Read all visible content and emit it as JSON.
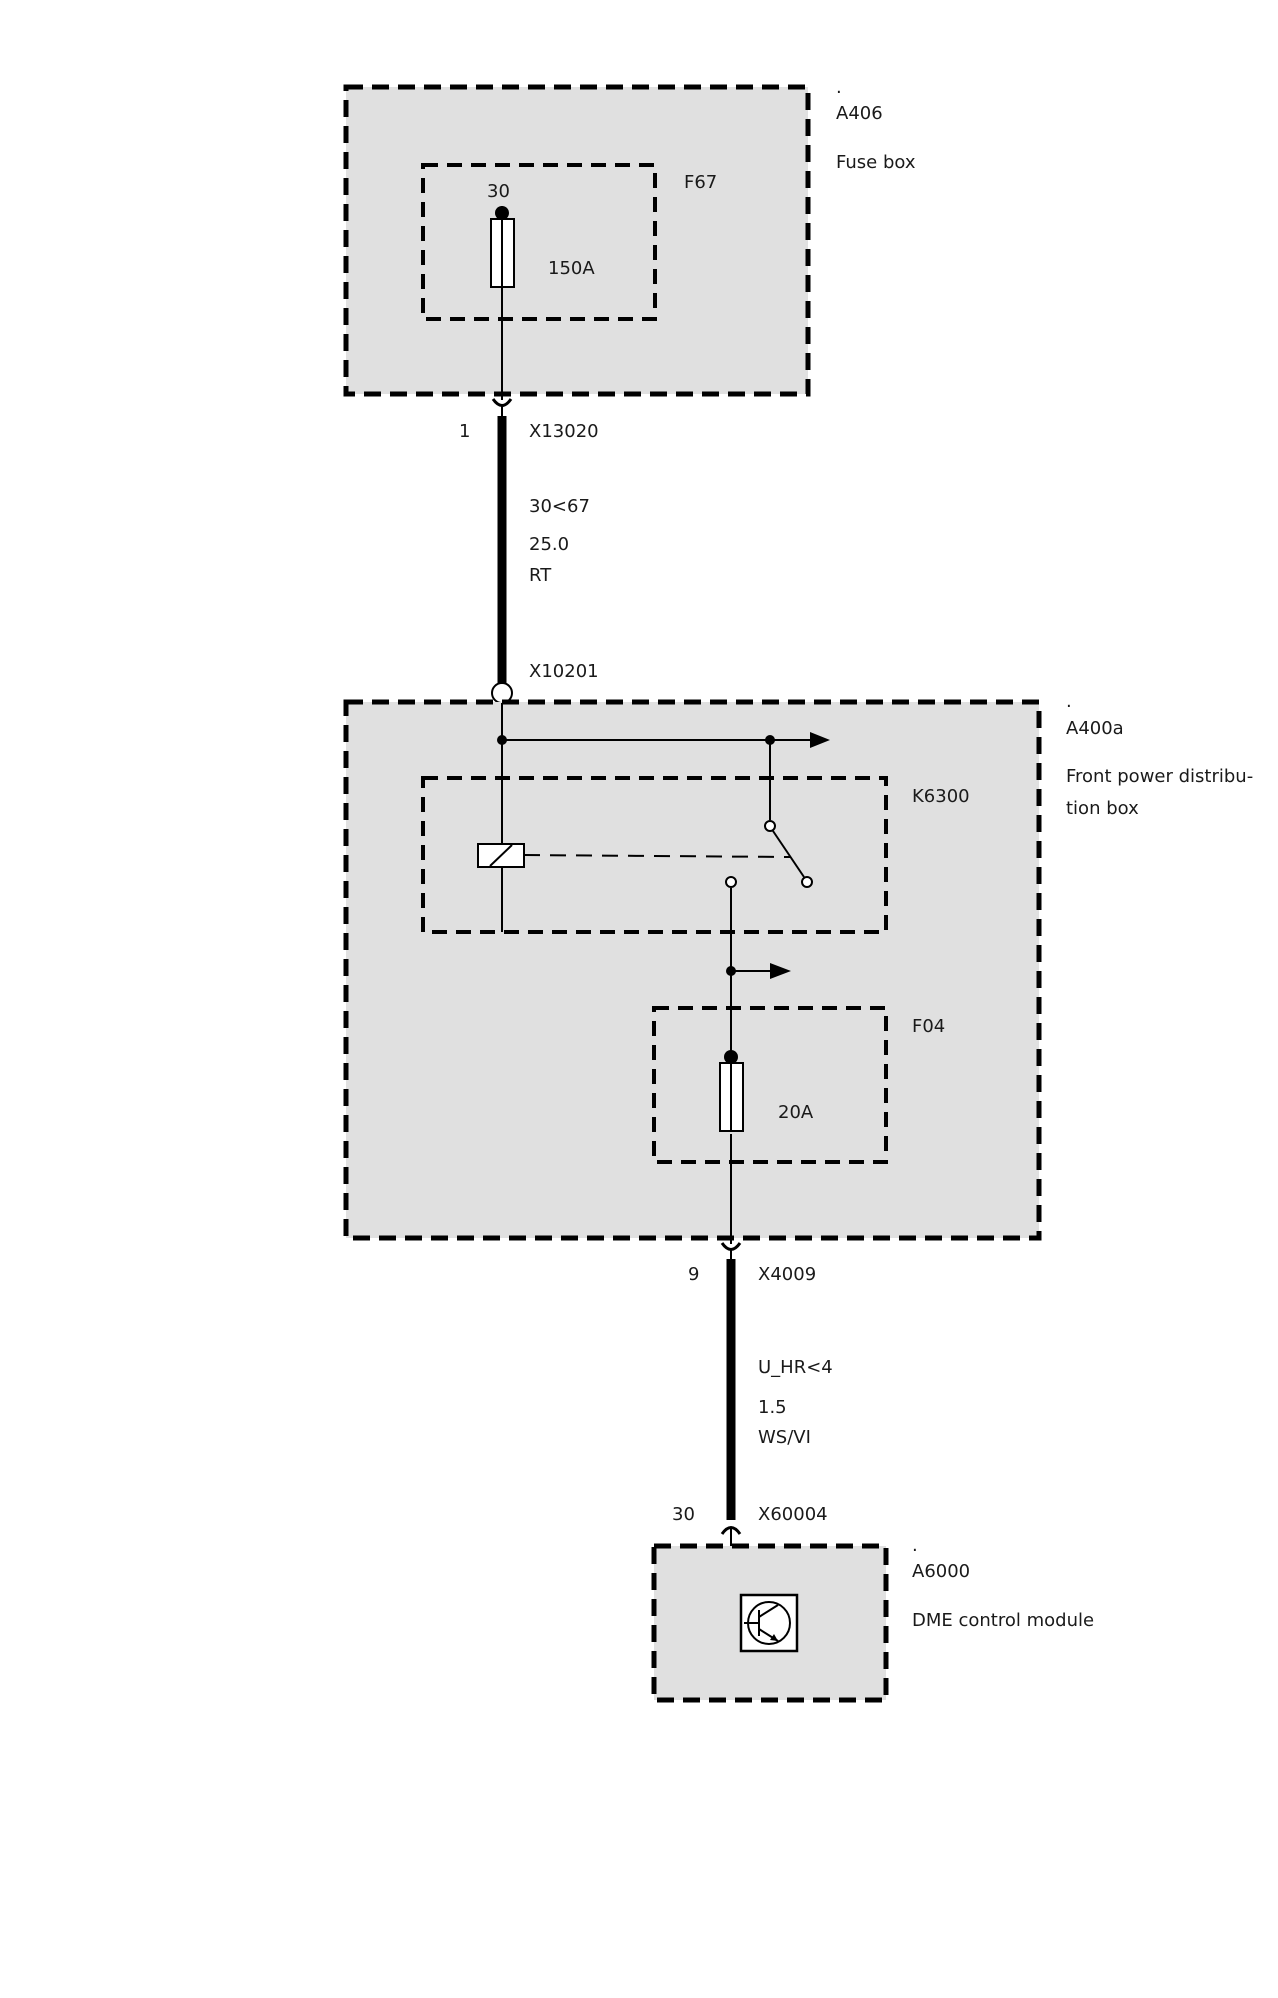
{
  "fuse_box": {
    "dot": ".",
    "id": "A406",
    "name": "Fuse box",
    "fuse_id": "F67",
    "fuse_pin": "30",
    "fuse_rating": "150A"
  },
  "wire_top": {
    "pin": "1",
    "connector": "X13020",
    "signal": "30<67",
    "cross_section": "25.0",
    "color": "RT",
    "connector_bottom": "X10201"
  },
  "power_box": {
    "dot": ".",
    "id": "A400a",
    "name_line1": "Front power distribu-",
    "name_line2": "tion box",
    "relay_id": "K6300",
    "fuse_id": "F04",
    "fuse_rating": "20A"
  },
  "wire_bottom": {
    "pin_top": "9",
    "connector_top": "X4009",
    "signal": "U_HR<4",
    "cross_section": "1.5",
    "color": "WS/VI",
    "pin_bottom": "30",
    "connector_bottom": "X60004"
  },
  "dme": {
    "dot": ".",
    "id": "A6000",
    "name": "DME control module"
  },
  "icons": {
    "fuse": "fuse-icon",
    "relay": "relay-coil-icon",
    "transistor": "transistor-icon",
    "arrow": "continuation-arrow-icon"
  }
}
